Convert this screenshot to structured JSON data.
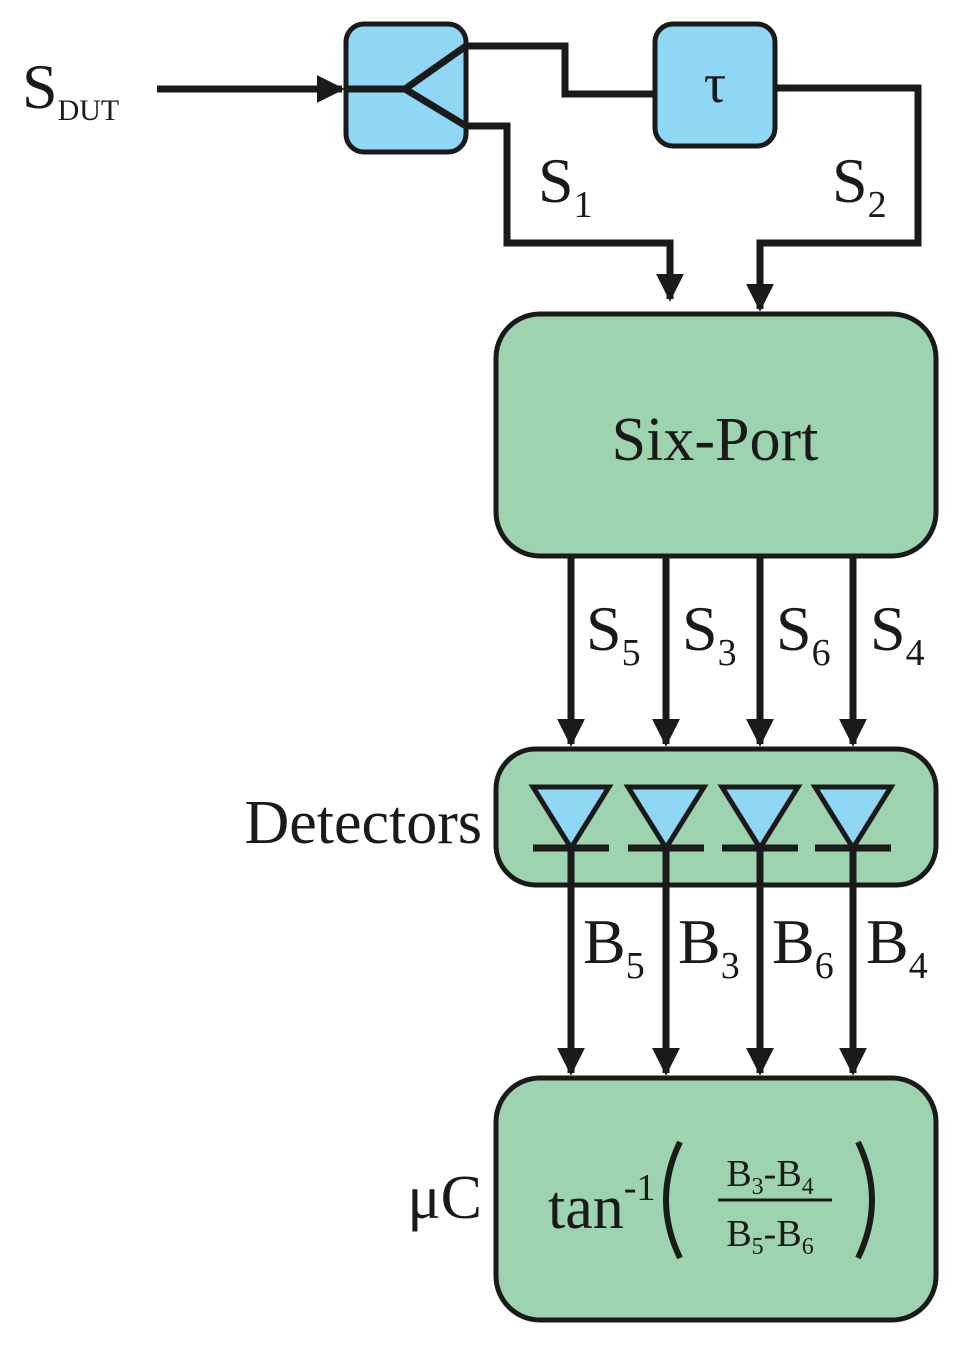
{
  "input": {
    "letter": "S",
    "sub": "DUT"
  },
  "delay": {
    "symbol": "τ"
  },
  "paths": [
    {
      "letter": "S",
      "sub": "1"
    },
    {
      "letter": "S",
      "sub": "2"
    }
  ],
  "six_port": {
    "label": "Six-Port"
  },
  "outputs": [
    {
      "letter": "S",
      "sub": "5"
    },
    {
      "letter": "S",
      "sub": "3"
    },
    {
      "letter": "S",
      "sub": "6"
    },
    {
      "letter": "S",
      "sub": "4"
    }
  ],
  "detectors": {
    "label": "Detectors"
  },
  "baseband": [
    {
      "letter": "B",
      "sub": "5"
    },
    {
      "letter": "B",
      "sub": "3"
    },
    {
      "letter": "B",
      "sub": "6"
    },
    {
      "letter": "B",
      "sub": "4"
    }
  ],
  "processor": {
    "label": "μC",
    "func": "tan",
    "exp": "-1",
    "num": {
      "a": "B",
      "a_sub": "3",
      "op": "-",
      "b": "B",
      "b_sub": "4"
    },
    "den": {
      "a": "B",
      "a_sub": "5",
      "op": "-",
      "b": "B",
      "b_sub": "6"
    }
  },
  "colors": {
    "green_block": "#9dd3ae",
    "blue_block": "#8fd7f5",
    "line": "#1a1a1a"
  }
}
